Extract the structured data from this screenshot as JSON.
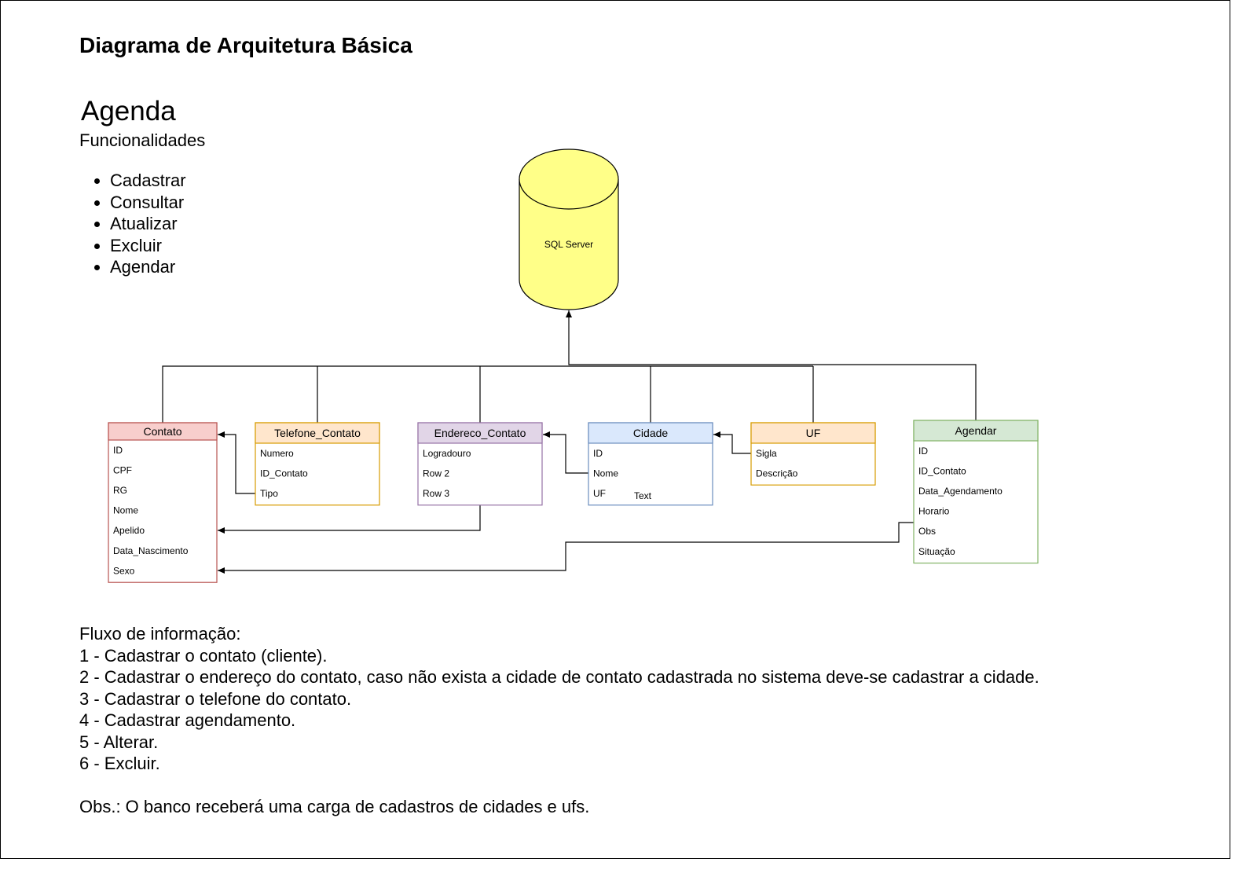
{
  "page": {
    "title": "Diagrama de Arquitetura Básica",
    "app_title": "Agenda",
    "features_heading": "Funcionalidades",
    "features": [
      "Cadastrar",
      "Consultar",
      "Atualizar",
      "Excluir",
      "Agendar"
    ]
  },
  "database": {
    "label": "SQL Server",
    "color": "#ffff88"
  },
  "tables": [
    {
      "id": "contato",
      "name": "Contato",
      "header_fill": "#f8cecc",
      "border": "#b85450",
      "rows": [
        "ID",
        "CPF",
        "RG",
        "Nome",
        "Apelido",
        "Data_Nascimento",
        "Sexo"
      ]
    },
    {
      "id": "telefone_contato",
      "name": "Telefone_Contato",
      "header_fill": "#ffe6cc",
      "border": "#d79b00",
      "rows": [
        "Numero",
        "ID_Contato",
        "Tipo"
      ]
    },
    {
      "id": "endereco_contato",
      "name": "Endereco_Contato",
      "header_fill": "#e1d5e7",
      "border": "#9673a6",
      "rows": [
        "Logradouro",
        "Row 2",
        "Row 3"
      ]
    },
    {
      "id": "cidade",
      "name": "Cidade",
      "header_fill": "#dae8fc",
      "border": "#6c8ebf",
      "rows": [
        "ID",
        "Nome",
        "UF"
      ]
    },
    {
      "id": "uf",
      "name": "UF",
      "header_fill": "#ffe6cc",
      "border": "#d79b00",
      "rows": [
        "Sigla",
        "Descrição"
      ]
    },
    {
      "id": "agendar",
      "name": "Agendar",
      "header_fill": "#d5e8d4",
      "border": "#82b366",
      "rows": [
        "ID",
        "ID_Contato",
        "Data_Agendamento",
        "Horario",
        "Obs",
        "Situação"
      ]
    }
  ],
  "floating_text": "Text",
  "flow": {
    "heading": "Fluxo de informação:",
    "steps": [
      "1 - Cadastrar o contato (cliente).",
      "2 - Cadastrar o endereço do contato, caso não exista a cidade de contato cadastrada no sistema deve-se cadastrar a cidade.",
      "3 - Cadastrar o telefone do contato.",
      "4 - Cadastrar agendamento.",
      "5 - Alterar.",
      "6 - Excluir."
    ],
    "obs": "Obs.: O banco receberá uma carga de cadastros de cidades e ufs."
  }
}
